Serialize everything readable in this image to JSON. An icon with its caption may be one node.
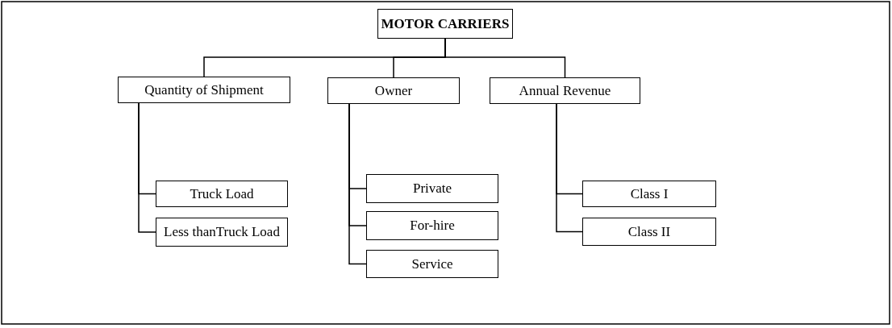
{
  "diagram": {
    "nodes": [
      {
        "text": [
          "MOTOR CARRIERS"
        ]
      },
      {
        "text": [
          "Quantity of Shipment"
        ]
      },
      {
        "text": [
          "Owner"
        ]
      },
      {
        "text": [
          "Annual Revenue"
        ]
      },
      {
        "text": [
          "Truck Load"
        ]
      },
      {
        "text": [
          "Less thanTruck Load"
        ]
      },
      {
        "text": [
          "Private"
        ]
      },
      {
        "text": [
          "For-hire"
        ]
      },
      {
        "text": [
          "Service"
        ]
      },
      {
        "text": [
          "Class I"
        ]
      },
      {
        "text": [
          "Class II"
        ]
      }
    ],
    "edges": [
      {
        "from": 0,
        "to": 1,
        "arrow": "none"
      },
      {
        "from": 0,
        "to": 2,
        "arrow": "none"
      },
      {
        "from": 0,
        "to": 3,
        "arrow": "none"
      },
      {
        "from": 1,
        "to": 4,
        "arrow": "none"
      },
      {
        "from": 1,
        "to": 5,
        "arrow": "none"
      },
      {
        "from": 2,
        "to": 6,
        "arrow": "none"
      },
      {
        "from": 2,
        "to": 7,
        "arrow": "none"
      },
      {
        "from": 2,
        "to": 8,
        "arrow": "none"
      },
      {
        "from": 3,
        "to": 9,
        "arrow": "none"
      },
      {
        "from": 3,
        "to": 10,
        "arrow": "none"
      }
    ]
  }
}
